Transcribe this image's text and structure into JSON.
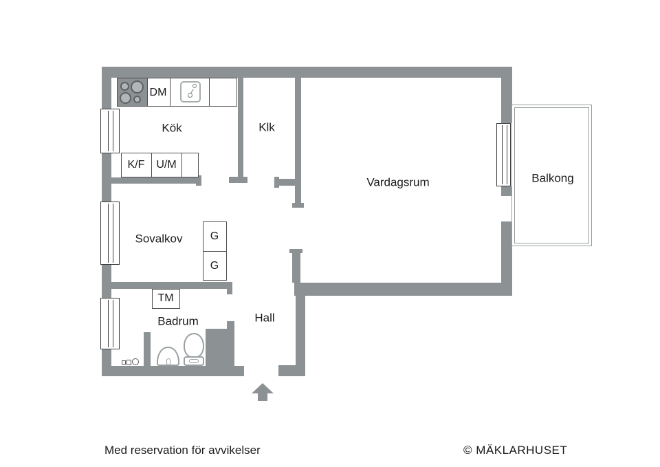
{
  "colors": {
    "wall": "#8c9194",
    "text": "#1b1b1b",
    "fixture_outline": "#9aa0a2"
  },
  "rooms": {
    "kok": "Kök",
    "klk": "Klk",
    "vardagsrum": "Vardagsrum",
    "balkong": "Balkong",
    "sovalkov": "Sovalkov",
    "hall": "Hall",
    "badrum": "Badrum"
  },
  "fixtures": {
    "dm": "DM",
    "kf": "K/F",
    "um": "U/M",
    "tm": "TM",
    "g1": "G",
    "g2": "G"
  },
  "icons": {
    "stove-icon": "four-burner-circles",
    "sink-icon": "rounded-square-with-faucet",
    "window-icon": "double-line-rect",
    "washbasin-icon": "dome-shape",
    "toilet-icon": "oval-bowl-with-tank",
    "shower-mixer-icon": "small-valve-shapes",
    "entrance-arrow-icon": "up-triangle-with-stem"
  },
  "footer": {
    "disclaimer": "Med reservation för avvikelser",
    "copyright": "© MÄKLARHUSET"
  }
}
